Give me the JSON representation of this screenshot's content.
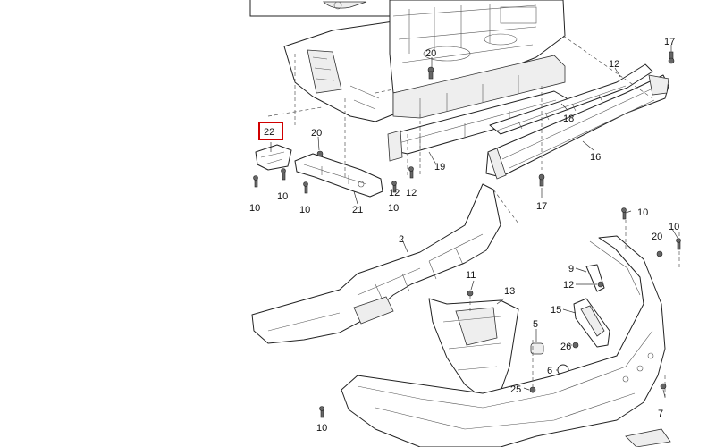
{
  "diagram": {
    "highlighted_part": "22",
    "highlight_color": "#d00000",
    "callouts": {
      "c17a": "17",
      "c20a": "20",
      "c12a": "12",
      "c18": "18",
      "c22": "22",
      "c20b": "20",
      "c19": "19",
      "c16": "16",
      "c10a": "10",
      "c10b": "10",
      "c10c": "10",
      "c12b": "12",
      "c21": "21",
      "c17b": "17",
      "c10d": "10",
      "c2": "2",
      "c10e": "10",
      "c20c": "20",
      "c11": "11",
      "c9": "9",
      "c13": "13",
      "c12c": "12",
      "c15": "15",
      "c5": "5",
      "c26": "26",
      "c6": "6",
      "c25": "25",
      "c10f": "10",
      "c7": "7"
    }
  }
}
